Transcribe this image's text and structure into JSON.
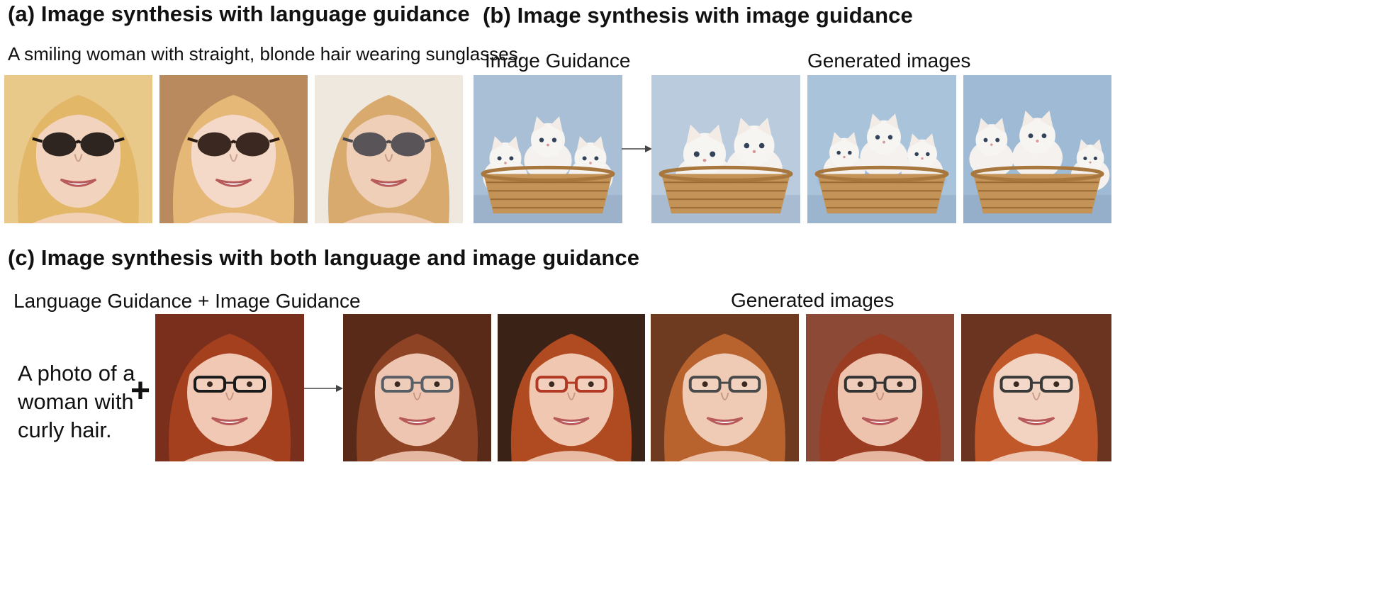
{
  "panel_a": {
    "title": "(a) Image synthesis with language guidance",
    "prompt": "A smiling woman with straight, blonde hair wearing sunglasses.",
    "images": [
      {
        "subject": "blonde woman with dark sunglasses",
        "bg": "#e8c98a",
        "hair": "#e3b768",
        "skin": "#f2d3bd",
        "glasses": "#1d1512"
      },
      {
        "subject": "blonde woman with dark sunglasses smiling",
        "bg": "#b88a5e",
        "hair": "#e6b877",
        "skin": "#f5d9c8",
        "glasses": "#2a1a12"
      },
      {
        "subject": "blonde woman with grey sunglasses",
        "bg": "#efe8df",
        "hair": "#d8aa6e",
        "skin": "#f0cfb9",
        "glasses": "#4b4a4e"
      }
    ]
  },
  "panel_b": {
    "title": "(b) Image synthesis with image guidance",
    "guidance_label": "Image Guidance",
    "generated_label": "Generated images",
    "guidance_image": {
      "subject": "three white kittens in a wicker basket",
      "bg": "#a9bfd6"
    },
    "images": [
      {
        "subject": "two white kittens in a wicker basket",
        "bg": "#b9cbdc"
      },
      {
        "subject": "three white kittens on a blue cushion in a basket",
        "bg": "#a9c3da"
      },
      {
        "subject": "white kittens in a round wicker basket",
        "bg": "#9fbad4"
      }
    ]
  },
  "panel_c": {
    "title": "(c) Image synthesis with both language and image guidance",
    "guidance_label": "Language Guidance + Image Guidance",
    "generated_label": "Generated images",
    "prompt_lines": [
      "A photo of a",
      "woman with",
      "curly hair."
    ],
    "plus": "+",
    "guidance_image": {
      "subject": "red-haired woman with glasses",
      "bg": "#7a2f1c",
      "hair": "#a5401f",
      "skin": "#f1c8b3",
      "glasses": "#1a1a1a"
    },
    "images": [
      {
        "subject": "woman with curly auburn hair and glasses",
        "bg": "#5a2a18",
        "hair": "#8d4324",
        "skin": "#edc5b0",
        "glasses": "#5a5f66"
      },
      {
        "subject": "woman with red hair and red glasses",
        "bg": "#3b2216",
        "hair": "#b04a20",
        "skin": "#f0c8b2",
        "glasses": "#b23a24"
      },
      {
        "subject": "woman with curly ginger hair and glasses",
        "bg": "#6e3a20",
        "hair": "#b8622e",
        "skin": "#efcab4",
        "glasses": "#4a4a4a"
      },
      {
        "subject": "woman with short curly red hair and glasses",
        "bg": "#8c4a36",
        "hair": "#9a3c22",
        "skin": "#eec3ae",
        "glasses": "#333333"
      },
      {
        "subject": "woman with voluminous curly red hair and glasses",
        "bg": "#6a3420",
        "hair": "#c0582a",
        "skin": "#f2d2c0",
        "glasses": "#3a3a3a"
      }
    ]
  }
}
